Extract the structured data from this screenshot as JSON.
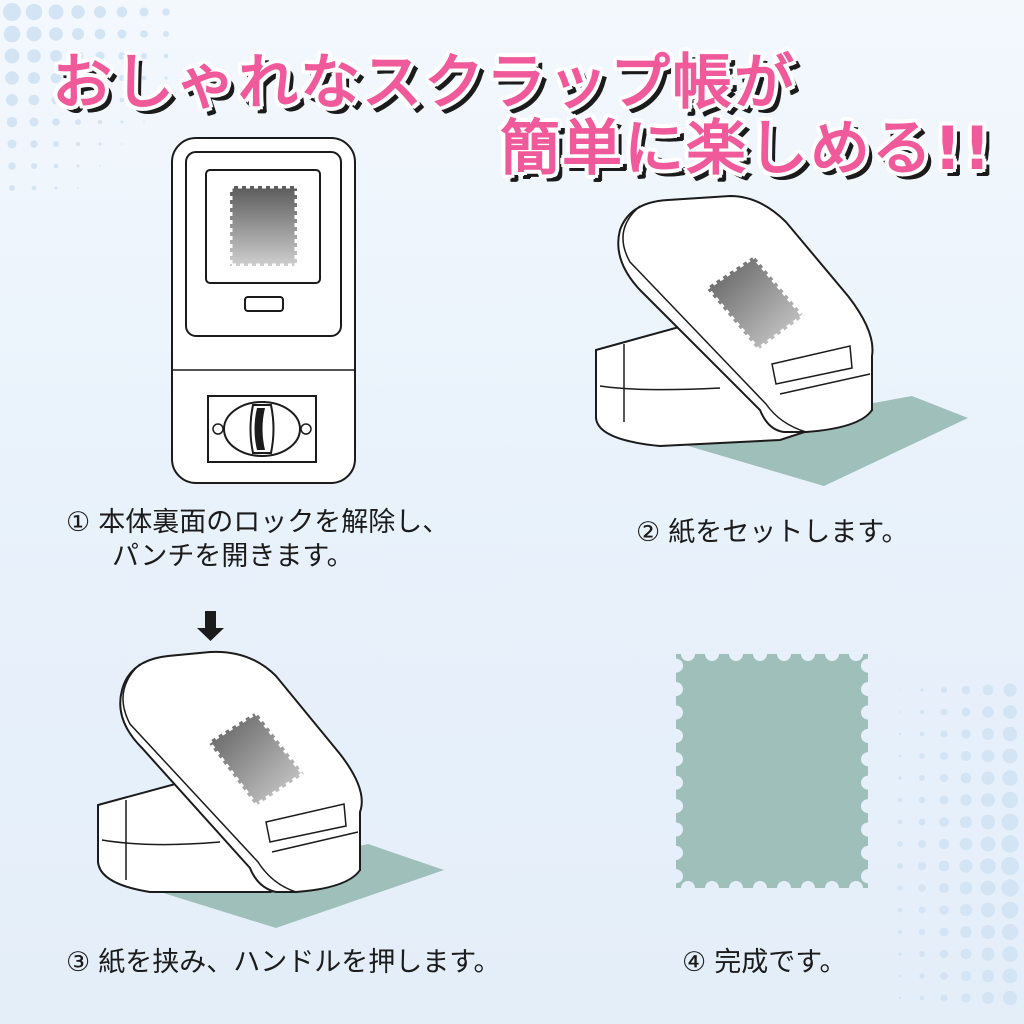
{
  "title": {
    "line1": "おしゃれなスクラップ帳が",
    "line2": "簡単に楽しめる!!"
  },
  "colors": {
    "title_pink": "#f05a9a",
    "paper_teal": "#9fbfba",
    "stamp_gray": "#6b6b6b",
    "outline": "#1b1b1b",
    "body_white": "#ffffff",
    "dots_blue": "#d3e4f5"
  },
  "steps": [
    {
      "number": "①",
      "line1": "本体裏面のロックを解除し、",
      "line2": "パンチを開きます。"
    },
    {
      "number": "②",
      "line1": "紙をセットします。"
    },
    {
      "number": "③",
      "line1": "紙を挟み、ハンドルを押します。"
    },
    {
      "number": "④",
      "line1": "完成です。"
    }
  ],
  "icons": {
    "press_arrow": "down-arrow-icon",
    "lock_dial": "lock-dial-icon"
  }
}
